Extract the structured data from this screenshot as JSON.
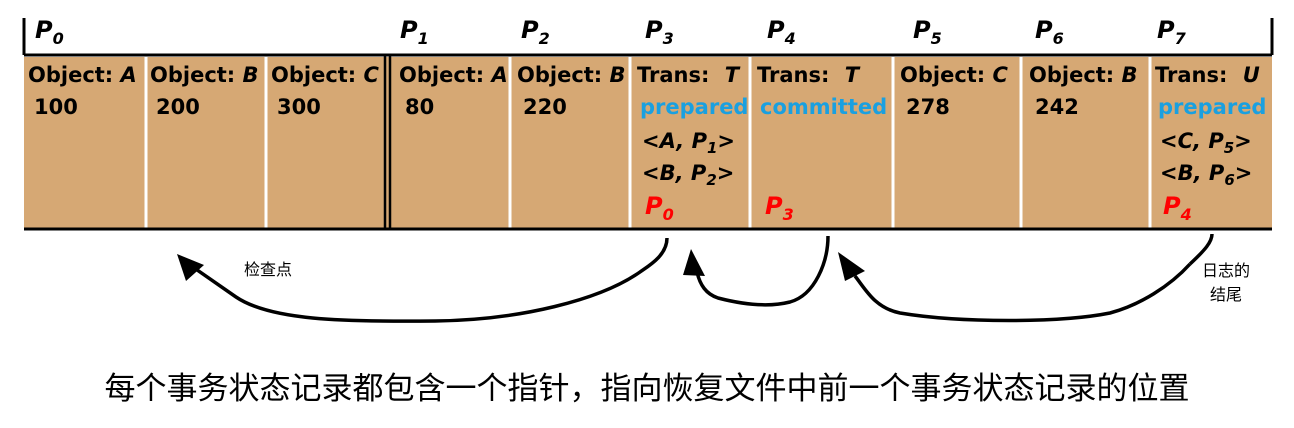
{
  "page_labels": [
    {
      "base": "P",
      "sub": "0"
    },
    {
      "base": "P",
      "sub": "1"
    },
    {
      "base": "P",
      "sub": "2"
    },
    {
      "base": "P",
      "sub": "3"
    },
    {
      "base": "P",
      "sub": "4"
    },
    {
      "base": "P",
      "sub": "5"
    },
    {
      "base": "P",
      "sub": "6"
    },
    {
      "base": "P",
      "sub": "7"
    }
  ],
  "records": [
    {
      "kind": "object",
      "title": "Object:",
      "name": "A",
      "value": "100"
    },
    {
      "kind": "object",
      "title": "Object:",
      "name": "B",
      "value": "200"
    },
    {
      "kind": "object",
      "title": "Object:",
      "name": "C",
      "value": "300"
    },
    {
      "kind": "object",
      "title": "Object:",
      "name": "A",
      "value": "80"
    },
    {
      "kind": "object",
      "title": "Object:",
      "name": "B",
      "value": "220"
    },
    {
      "kind": "trans",
      "title": "Trans:",
      "name": "T",
      "status": "prepared",
      "entries": [
        {
          "obj": "A",
          "page": "P",
          "sub": "1"
        },
        {
          "obj": "B",
          "page": "P",
          "sub": "2"
        }
      ],
      "prev": {
        "base": "P",
        "sub": "0"
      }
    },
    {
      "kind": "trans",
      "title": "Trans:",
      "name": "T",
      "status": "committed",
      "entries": [],
      "prev": {
        "base": "P",
        "sub": "3"
      }
    },
    {
      "kind": "object",
      "title": "Object:",
      "name": "C",
      "value": "278"
    },
    {
      "kind": "object",
      "title": "Object:",
      "name": "B",
      "value": "242"
    },
    {
      "kind": "trans",
      "title": "Trans:",
      "name": "U",
      "status": "prepared",
      "entries": [
        {
          "obj": "C",
          "page": "P",
          "sub": "5"
        },
        {
          "obj": "B",
          "page": "P",
          "sub": "6"
        }
      ],
      "prev": {
        "base": "P",
        "sub": "4"
      }
    }
  ],
  "annotations": {
    "checkpoint": "检查点",
    "log_end_line1": "日志的",
    "log_end_line2": "结尾"
  },
  "colors": {
    "box": "#D6A874",
    "status": "#1AA0E0",
    "pointer": "#FF0000"
  },
  "caption": "每个事务状态记录都包含一个指针，指向恢复文件中前一个事务状态记录的位置"
}
